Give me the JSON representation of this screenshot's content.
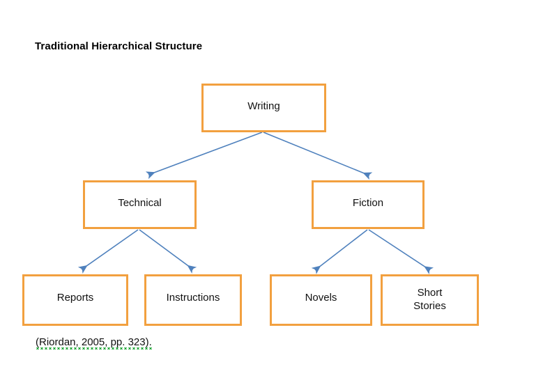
{
  "document": {
    "title": "Traditional Hierarchical Structure",
    "citation": "(Riordan, 2005, pp. 323)."
  },
  "colors": {
    "node_border": "#F2A03F",
    "node_fill": "#FFFFFF",
    "arrow": "#4F81BD",
    "text": "#111111",
    "spellcheck_underline": "#12A12B",
    "background": "#FFFFFF"
  },
  "diagram": {
    "type": "hierarchy-tree",
    "nodes": [
      {
        "id": "writing",
        "label": "Writing",
        "level": 0
      },
      {
        "id": "technical",
        "label": "Technical",
        "level": 1
      },
      {
        "id": "fiction",
        "label": "Fiction",
        "level": 1
      },
      {
        "id": "reports",
        "label": "Reports",
        "level": 2
      },
      {
        "id": "instructions",
        "label": "Instructions",
        "level": 2
      },
      {
        "id": "novels",
        "label": "Novels",
        "level": 2
      },
      {
        "id": "short_stories",
        "label": "Short\nStories",
        "level": 2
      }
    ],
    "edges": [
      {
        "from": "writing",
        "to": "technical"
      },
      {
        "from": "writing",
        "to": "fiction"
      },
      {
        "from": "technical",
        "to": "reports"
      },
      {
        "from": "technical",
        "to": "instructions"
      },
      {
        "from": "fiction",
        "to": "novels"
      },
      {
        "from": "fiction",
        "to": "short_stories"
      }
    ]
  }
}
